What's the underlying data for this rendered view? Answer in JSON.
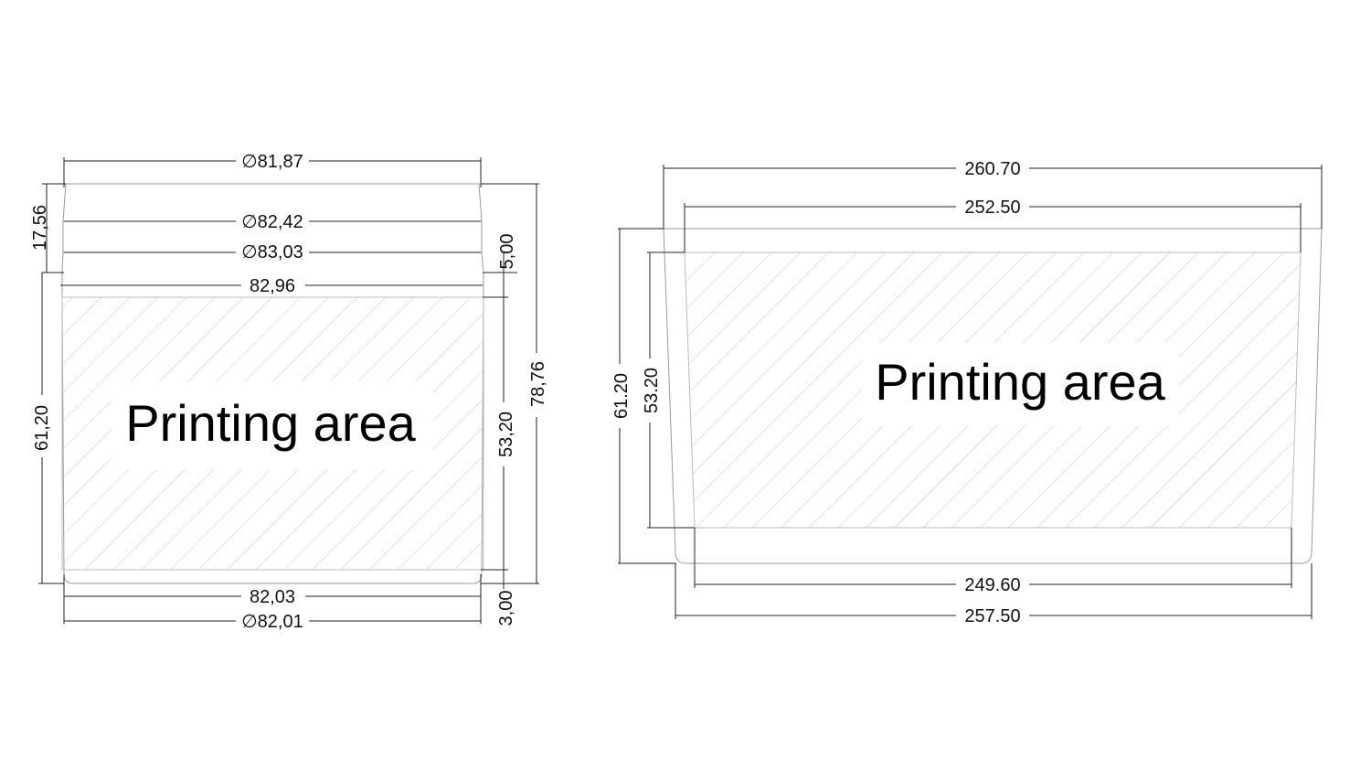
{
  "left_view": {
    "dims": {
      "top_diameter": "∅81,87",
      "rim_diameter_1": "∅82,42",
      "rim_diameter_2": "∅83,03",
      "print_top_width": "82,96",
      "print_bottom_width": "82,03",
      "bottom_diameter": "∅82,01",
      "rim_height": "17,56",
      "lip_height": "5,00",
      "total_height": "78,76",
      "print_height": "53,20",
      "body_height": "61,20",
      "base_height": "3,00"
    },
    "label": "Printing area"
  },
  "right_view": {
    "dims": {
      "top_width": "260.70",
      "print_top_width": "252.50",
      "print_bottom_width": "249.60",
      "bottom_width": "257.50",
      "body_height": "61.20",
      "print_height": "53.20"
    },
    "label": "Printing area"
  }
}
